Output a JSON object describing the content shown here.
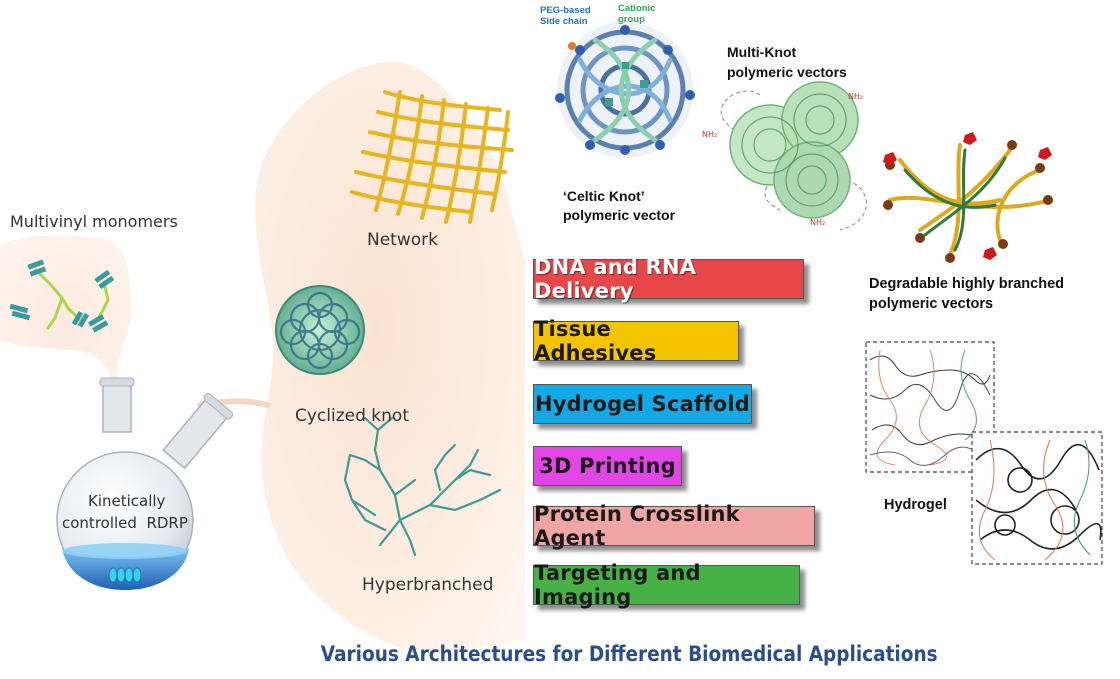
{
  "labels": {
    "monomers": "Multivinyl monomers",
    "flask_line1": "Kinetically",
    "flask_line2": "controlled  RDRP",
    "network": "Network",
    "cyclized": "Cyclized knot",
    "hyperbranched": "Hyperbranched"
  },
  "vectors": {
    "peg_line1": "PEG-based",
    "peg_line2": "Side chain",
    "cationic_line1": "Cationic",
    "cationic_line2": "group",
    "celtic_line1": "‘Celtic Knot’",
    "celtic_line2": "polymeric vector",
    "multiknot_line1": "Multi-Knot",
    "multiknot_line2": "polymeric vectors",
    "degradable_line1": "Degradable highly branched",
    "degradable_line2": "polymeric vectors",
    "hydrogel": "Hydrogel",
    "nh2": "NH₂"
  },
  "applications": [
    {
      "label": "DNA and RNA Delivery",
      "color": "#e8474a"
    },
    {
      "label": "Tissue Adhesives",
      "color": "#f5c400"
    },
    {
      "label": "Hydrogel Scaffold",
      "color": "#12a9e6"
    },
    {
      "label": "3D Printing",
      "color": "#e246e6"
    },
    {
      "label": "Protein Crosslink Agent",
      "color": "#f2a5a5"
    },
    {
      "label": "Targeting and Imaging",
      "color": "#46b246"
    }
  ],
  "footer": "Various Architectures for Different Biomedical Applications"
}
